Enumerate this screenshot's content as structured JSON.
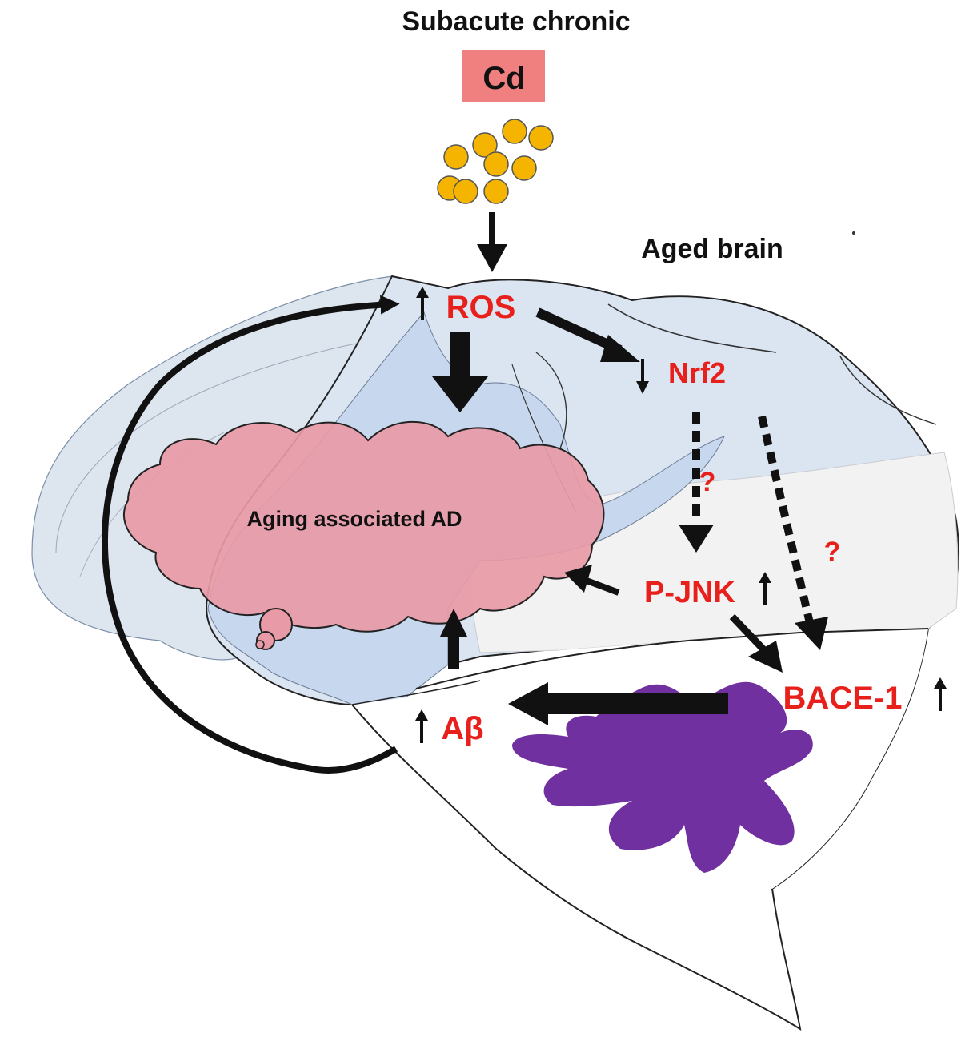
{
  "header": {
    "title": "Subacute chronic",
    "agent_label": "Cd"
  },
  "brain_label": "Aged brain",
  "nodes": {
    "ros": "ROS",
    "nrf2": "Nrf2",
    "pjnk": "P-JNK",
    "bace1": "BACE-1",
    "abeta": "Aβ",
    "disease": "Aging associated AD"
  },
  "unknowns": {
    "nrf2_to_pjnk": "?",
    "nrf2_to_bace1": "?"
  },
  "colors": {
    "accent_red": "#e8201c",
    "cd_box": "#f08080",
    "particles": "#f5b400",
    "brain_blue": "#c9d9ee",
    "brain_light": "#dde5ef",
    "ad_cloud": "#e89aa6",
    "cerebellum": "#7030a0"
  },
  "icons": [
    "up-arrow-icon",
    "down-arrow-icon",
    "cd-particle-icon"
  ]
}
